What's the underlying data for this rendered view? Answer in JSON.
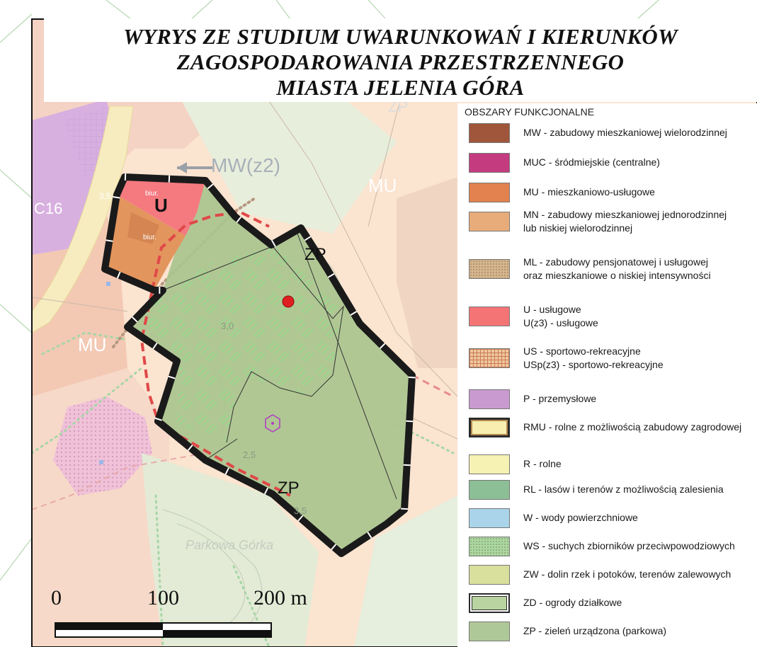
{
  "title": {
    "lines": [
      "WYRYS ZE STUDIUM UWARUNKOWAŃ I KIERUNKÓW",
      "ZAGOSPODAROWANIA PRZESTRZENNEGO",
      "MIASTA JELENIA GÓRA"
    ]
  },
  "legend": {
    "heading": "OBSZARY FUNKCJONALNE",
    "items": [
      {
        "line1": "MW - zabudowy mieszkaniowej wielorodzinnej",
        "line2": "",
        "color": "#a0563a",
        "pattern": "none"
      },
      {
        "line1": "MUC - śródmiejskie (centralne)",
        "line2": "",
        "color": "#c43b80",
        "pattern": "none"
      },
      {
        "line1": "MU - mieszkaniowo-usługowe",
        "line2": "",
        "color": "#e3824e",
        "pattern": "none"
      },
      {
        "line1": "MN - zabudowy mieszkaniowej jednorodzinnej",
        "line2": "lub niskiej wielorodzinnej",
        "color": "#e8ac7a",
        "pattern": "none"
      },
      {
        "line1": "ML - zabudowy pensjonatowej i usługowej",
        "line2": "oraz mieszkaniowe o niskiej intensywności",
        "color": "#d4b58c",
        "pattern": "dots"
      },
      {
        "line1": "U - usługowe",
        "line2": "U(z3) - usługowe",
        "color": "#f47476",
        "pattern": "none"
      },
      {
        "line1": "US - sportowo-rekreacyjne",
        "line2": "USp(z3) - sportowo-rekreacyjne",
        "color": "#f0c79a",
        "pattern": "grid"
      },
      {
        "line1": "P - przemysłowe",
        "line2": "",
        "color": "#c99ad0",
        "pattern": "none"
      },
      {
        "line1": "RMU - rolne z możliwością zabudowy zagrodowej",
        "line2": "",
        "color": "#f7eeb0",
        "pattern": "thick-border"
      },
      {
        "line1": "R - rolne",
        "line2": "",
        "color": "#f5f2b3",
        "pattern": "none"
      },
      {
        "line1": "RL - lasów i terenów z możliwością zalesienia",
        "line2": "",
        "color": "#8cbf96",
        "pattern": "none"
      },
      {
        "line1": "W - wody powierzchniowe",
        "line2": "",
        "color": "#a9d4ea",
        "pattern": "none"
      },
      {
        "line1": "WS - suchych zbiorników przeciwpowodziowych",
        "line2": "",
        "color": "#a9d8a0",
        "pattern": "dots"
      },
      {
        "line1": "ZW - dolin rzek i potoków, terenów zalewowych",
        "line2": "",
        "color": "#d9df9c",
        "pattern": "none"
      },
      {
        "line1": "ZD - ogrody działkowe",
        "line2": "",
        "color": "#b9d4a0",
        "pattern": "double-border"
      },
      {
        "line1": "ZP - zieleń urządzona (parkowa)",
        "line2": "",
        "color": "#afc897",
        "pattern": "none"
      }
    ]
  },
  "map_labels": {
    "mw_z2": "MW(z2)",
    "mu_top": "MU",
    "c16": "C16",
    "u": "U",
    "zp_upper": "ZP",
    "zp_lower": "ZP",
    "zp_top_faded": "ZP",
    "mu_left": "MU",
    "biur_1": "biur.",
    "biur_2": "biur.",
    "parkowa_gorka": "Parkowa Górka",
    "contour_35_a": "3,5",
    "contour_35_b": "3,5",
    "contour_30": "3,0",
    "contour_25": "2,5"
  },
  "scale_bar": {
    "label_0": "0",
    "label_100": "100",
    "label_200": "200 m"
  },
  "colors": {
    "boundary": "#1a1a1a",
    "zp_fill": "#a9c48e",
    "u_fill": "#f47a80",
    "mu_fill": "#e3955e",
    "red_dashed": "#e04848",
    "hatch": "#7ee07e",
    "marker_red": "#e02020",
    "marker_purple": "#b040c0"
  }
}
